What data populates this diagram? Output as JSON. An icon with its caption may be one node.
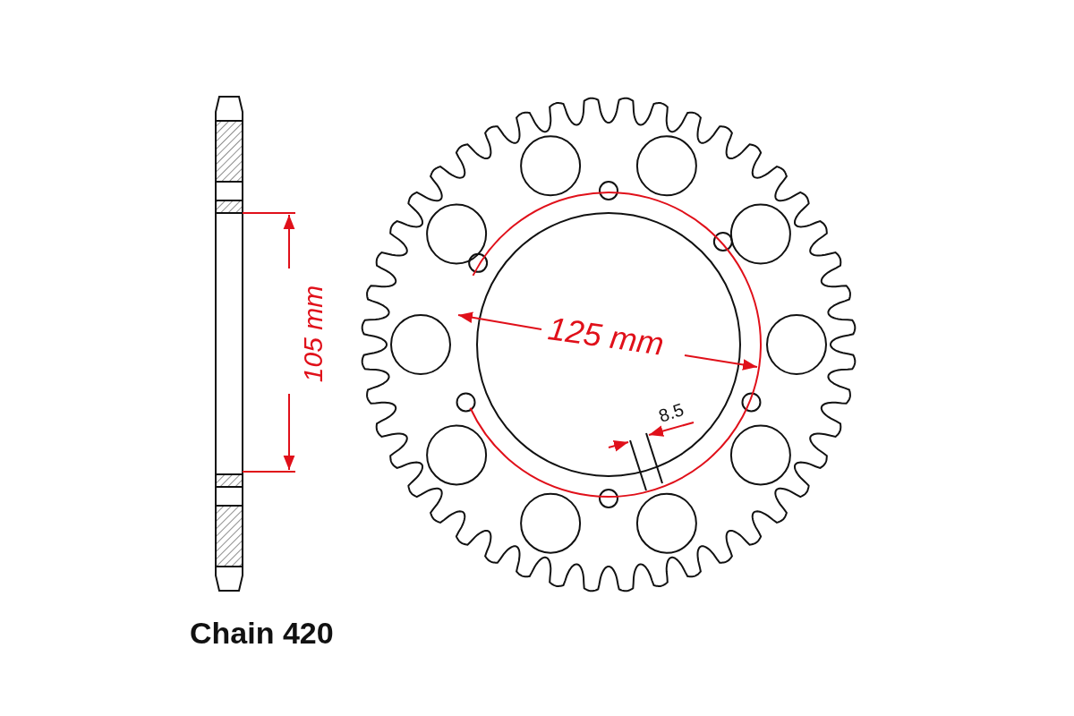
{
  "diagram": {
    "labels": [
      "105 mm",
      "125 mm",
      "8.5",
      "Chain 420"
    ]
  }
}
